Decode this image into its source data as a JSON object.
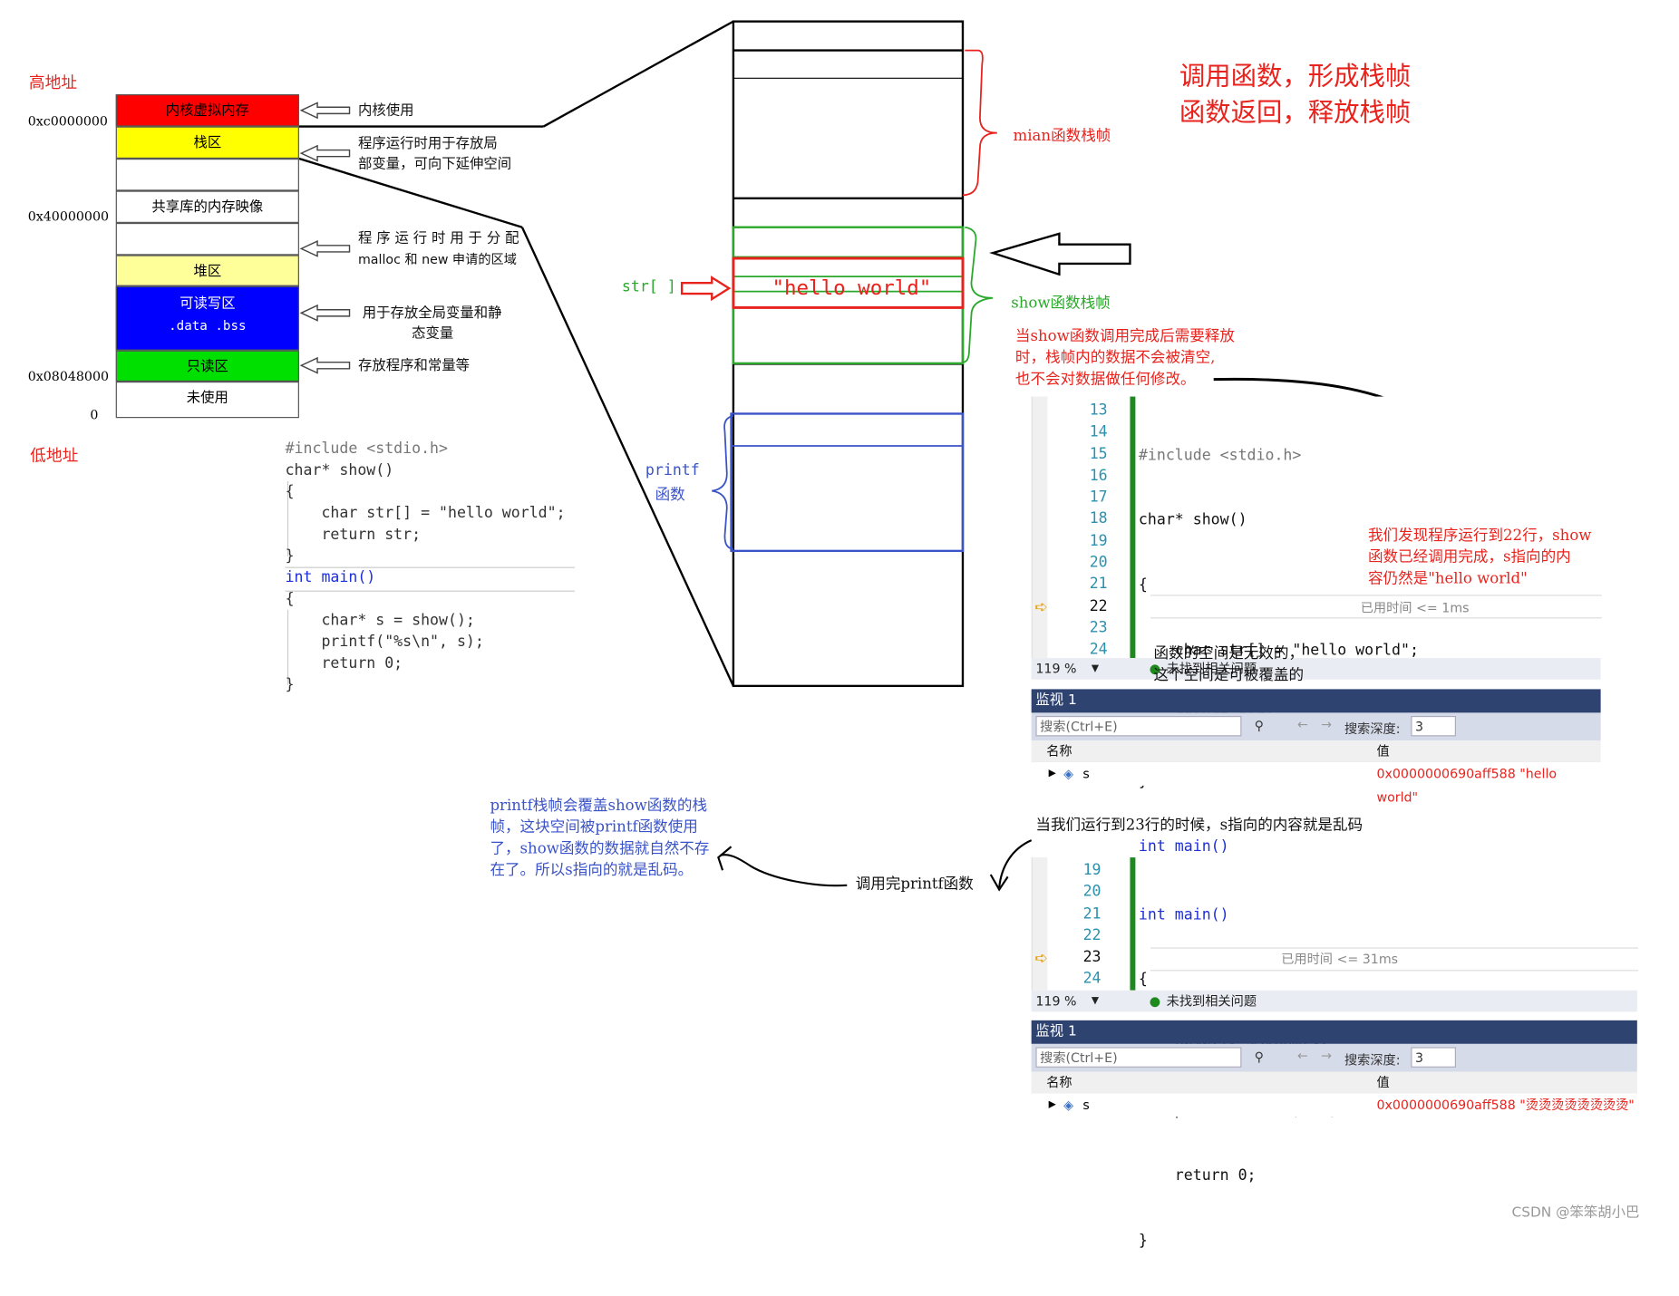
{
  "memory_layout": {
    "high_addr_label": "高地址",
    "low_addr_label": "低地址",
    "addresses": [
      "0xc0000000",
      "0x40000000",
      "0x08048000",
      "0"
    ],
    "regions": [
      {
        "label": "内核虚拟内存",
        "color": "#ff0000"
      },
      {
        "label": "栈区",
        "color": "#ffff00"
      },
      {
        "label": "",
        "color": "#ffffff"
      },
      {
        "label": "共享库的内存映像",
        "color": "#ffffff"
      },
      {
        "label": "",
        "color": "#ffffff"
      },
      {
        "label": "堆区",
        "color": "#ffff99"
      },
      {
        "label": "可读写区",
        "sublabel": ".data .bss",
        "color": "#0000ff"
      },
      {
        "label": "只读区",
        "color": "#00e000"
      },
      {
        "label": "未使用",
        "color": "#ffffff"
      }
    ],
    "descriptions": [
      "内核使用",
      "程序运行时用于存放局",
      "部变量，可向下延伸空间",
      "程 序 运 行 时 用 于 分 配",
      "malloc 和 new 申请的区域",
      "用于存放全局变量和静",
      "态变量",
      "存放程序和常量等"
    ]
  },
  "stack_diagram": {
    "title_line1": "调用函数，形成栈帧",
    "title_line2": "函数返回，释放栈帧",
    "main_frame_label": "mian函数栈帧",
    "show_frame_label": "show函数栈帧",
    "printf_label_1": "printf",
    "printf_label_2": "函数",
    "str_label": "str[ ]",
    "hello_world": "\"hello world\"",
    "note_lines": [
      "当show函数调用完成后需要释放",
      "时，栈帧内的数据不会被清空,",
      "也不会对数据做任何修改。"
    ],
    "found_note": [
      "我们发现程序运行到22行，show",
      "函数已经调用完成，s指向的内",
      "容仍然是\"hello world\""
    ],
    "overlay_note": [
      "函数的空间是无效的，",
      "这个空间是可被覆盖的"
    ],
    "printf_note": [
      "printf栈帧会覆盖show函数的栈",
      "帧，这块空间被printf函数使用",
      "了，show函数的数据就自然不存",
      "在了。所以s指向的就是乱码。"
    ],
    "after_printf": "调用完printf函数",
    "line23_note": "当我们运行到23行的时候，s指向的内容就是乱码"
  },
  "source_code": {
    "lines": [
      "#include <stdio.h>",
      "char* show()",
      "{",
      "    char str[] = \"hello world\";",
      "    return str;",
      "}",
      "int main()",
      "{",
      "    char* s = show();",
      "    printf(\"%s\\n\", s);",
      "    return 0;",
      "}"
    ]
  },
  "vs_top": {
    "line_numbers": [
      "13",
      "14",
      "15",
      "16",
      "17",
      "18",
      "19",
      "20",
      "21",
      "22",
      "23",
      "24"
    ],
    "elapsed": "已用时间 <= 1ms",
    "zoom": "119 %",
    "status": "未找到相关问题",
    "watch_title": "监视 1",
    "search_placeholder": "搜索(Ctrl+E)",
    "search_depth_label": "搜索深度:",
    "search_depth": "3",
    "col_name": "名称",
    "col_value": "值",
    "var_name": "s",
    "var_value": "0x0000000690aff588 \"hello world\""
  },
  "vs_bottom": {
    "line_numbers": [
      "19",
      "20",
      "21",
      "22",
      "23",
      "24"
    ],
    "elapsed": "已用时间 <= 31ms",
    "zoom": "119 %",
    "status": "未找到相关问题",
    "watch_title": "监视 1",
    "search_placeholder": "搜索(Ctrl+E)",
    "search_depth_label": "搜索深度:",
    "search_depth": "3",
    "col_name": "名称",
    "col_value": "值",
    "var_name": "s",
    "var_value": "0x0000000690aff588 \"烫烫烫烫烫烫烫烫\""
  },
  "watermark": "CSDN @笨笨胡小巴"
}
